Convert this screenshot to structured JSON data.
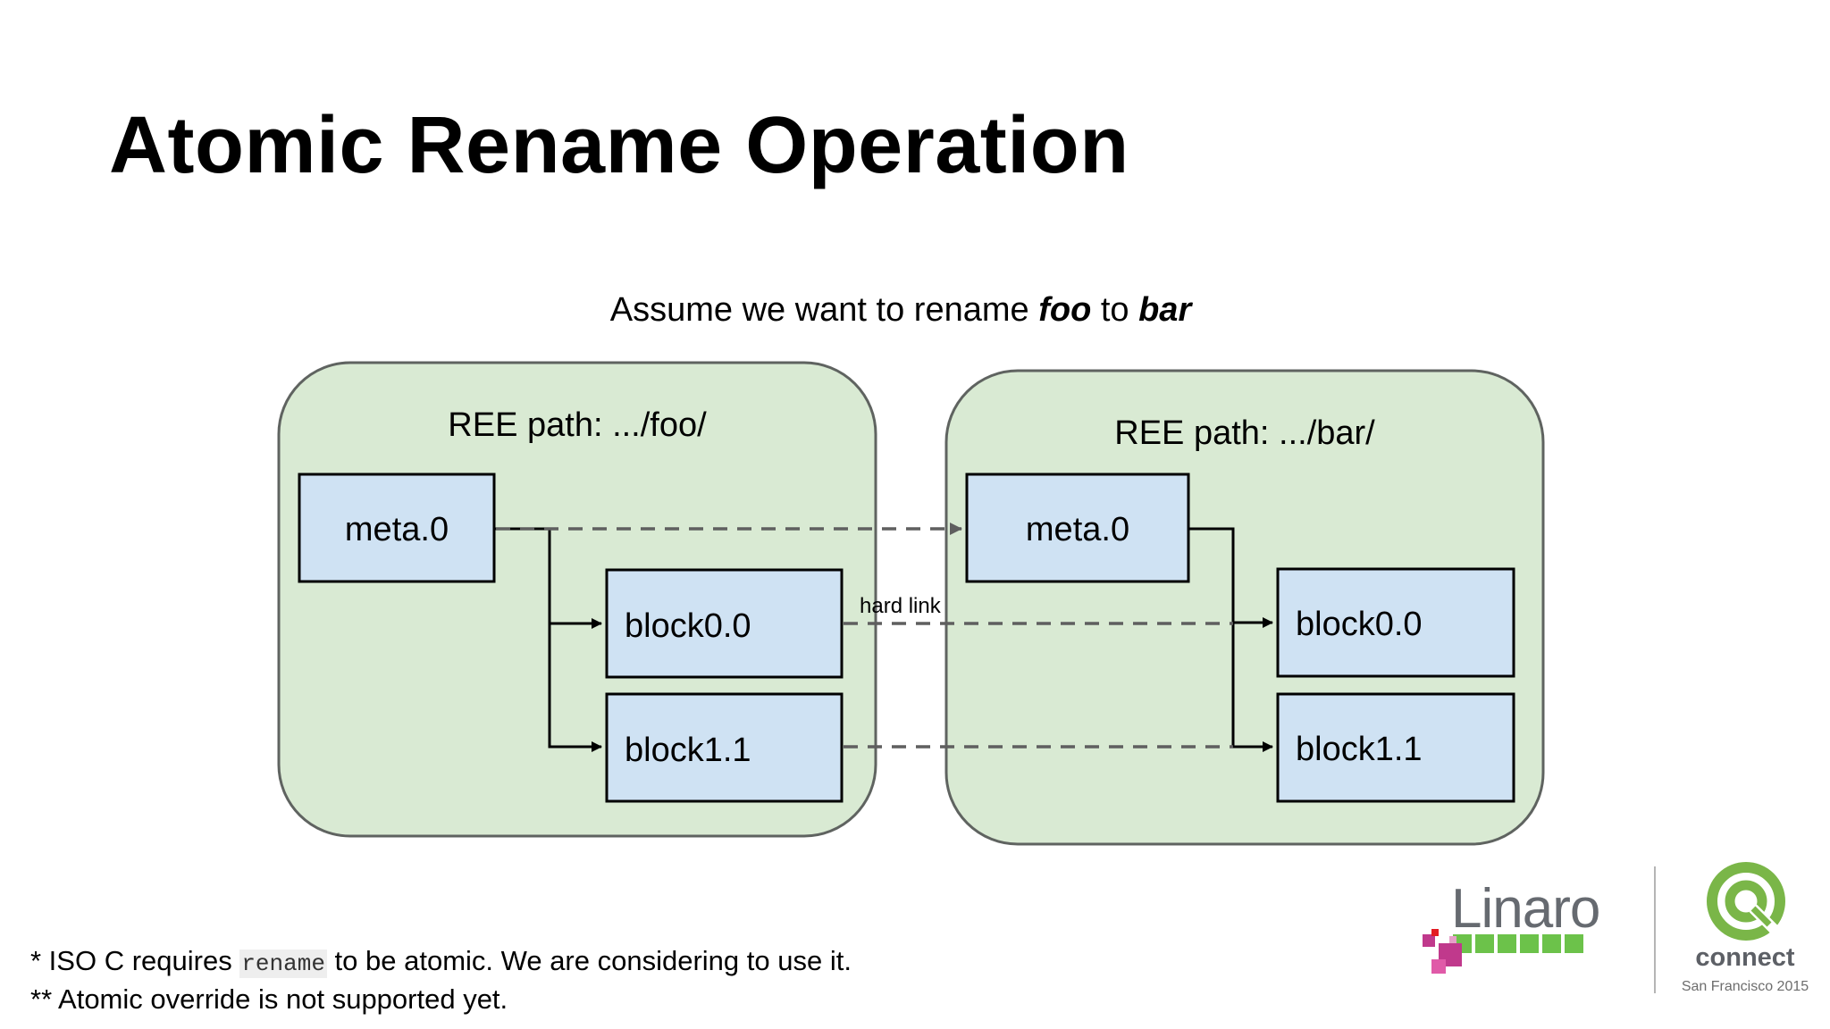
{
  "slide": {
    "title": "Atomic Rename Operation",
    "subtitle": {
      "prefix": "Assume we want to rename ",
      "from": "foo",
      "middle": " to ",
      "to": "bar"
    }
  },
  "diagram": {
    "left_panel": {
      "label": "REE path: .../foo/",
      "meta": "meta.0",
      "block0": "block0.0",
      "block1": "block1.1"
    },
    "right_panel": {
      "label": "REE path: .../bar/",
      "meta": "meta.0",
      "block0": "block0.0",
      "block1": "block1.1"
    },
    "link_label": "hard link",
    "colors": {
      "panel_fill": "#d9ead3",
      "panel_stroke": "#5f6360",
      "box_fill": "#cfe2f3",
      "box_stroke": "#000000",
      "dashed_line": "#5f5f5f"
    }
  },
  "footnotes": {
    "line1_prefix": "* ISO C requires ",
    "line1_code": "rename",
    "line1_suffix": " to be atomic. We are considering to use it.",
    "line2": "** Atomic override is not supported yet."
  },
  "branding": {
    "linaro": "Linaro",
    "connect": "connect",
    "event": "San Francisco 2015",
    "linaro_green": "#6cc24a",
    "linaro_magenta": "#c0398c",
    "connect_green": "#7ab648"
  }
}
